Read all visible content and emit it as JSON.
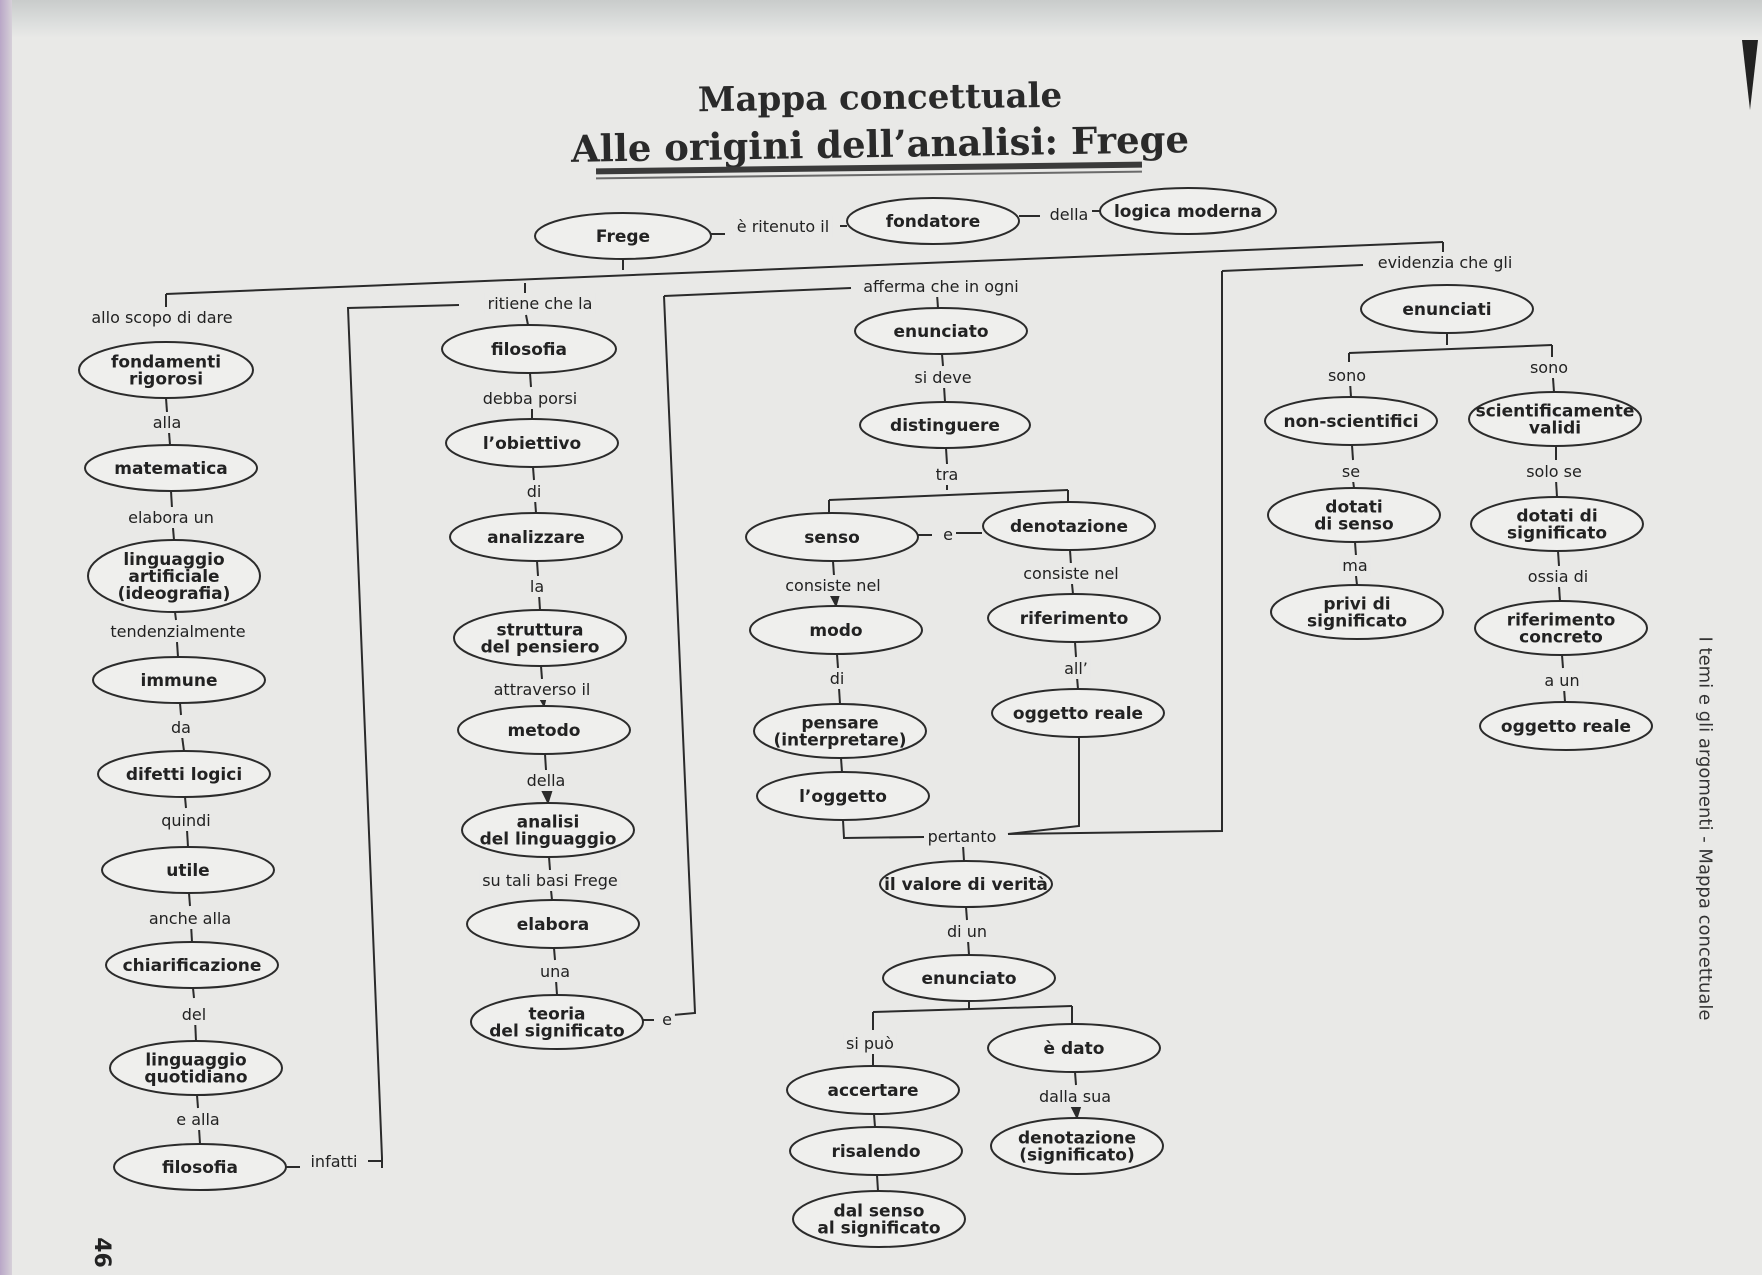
{
  "title": {
    "line1": "Mappa concettuale",
    "line2": "Alle origini dell’analisi: Frege"
  },
  "side_label": "I temi e gli argomenti - Mappa concettuale",
  "page_number": "46",
  "nodes": {
    "frege": "Frege",
    "fondatore": "fondatore",
    "logica_moderna": "logica moderna",
    "fondamenti": "fondamenti\nrigorosi",
    "matematica": "matematica",
    "linguaggio_artificiale": "linguaggio\nartificiale\n(ideografia)",
    "immune": "immune",
    "difetti_logici": "difetti logici",
    "utile": "utile",
    "chiarificazione": "chiarificazione",
    "linguaggio_quotidiano": "linguaggio\nquotidiano",
    "filosofia_left": "filosofia",
    "filosofia_mid": "filosofia",
    "obiettivo": "l’obiettivo",
    "analizzare": "analizzare",
    "struttura": "struttura\ndel pensiero",
    "metodo": "metodo",
    "analisi_linguaggio": "analisi\ndel linguaggio",
    "elabora": "elabora",
    "teoria": "teoria\ndel significato",
    "enunciato_top": "enunciato",
    "distinguere": "distinguere",
    "senso": "senso",
    "denotazione": "denotazione",
    "modo": "modo",
    "riferimento": "riferimento",
    "pensare": "pensare\n(interpretare)",
    "oggetto_reale_mid": "oggetto reale",
    "oggetto": "l’oggetto",
    "valore_verita": "il valore di verità",
    "enunciato_bottom": "enunciato",
    "accertare": "accertare",
    "e_dato": "è dato",
    "risalendo": "risalendo",
    "denotazione_significato": "denotazione\n(significato)",
    "dal_senso": "dal senso\nal significato",
    "enunciati": "enunciati",
    "non_scientifici": "non-scientifici",
    "scientificamente": "scientificamente\nvalidi",
    "dotati_senso": "dotati\ndi senso",
    "dotati_significato": "dotati di\nsignificato",
    "privi": "privi di\nsignificato",
    "riferimento_concreto": "riferimento\nconcreto",
    "oggetto_reale_right": "oggetto reale"
  },
  "links": {
    "e_ritenuto_il": "è ritenuto il",
    "della_top": "della",
    "allo_scopo": "allo scopo di dare",
    "alla": "alla",
    "elabora_un": "elabora un",
    "tendenzialmente": "tendenzialmente",
    "da": "da",
    "quindi": "quindi",
    "anche_alla": "anche alla",
    "del": "del",
    "e_alla": "e alla",
    "infatti": "infatti",
    "ritiene_che_la": "ritiene che la",
    "debba_porsi": "debba porsi",
    "di_mid": "di",
    "la": "la",
    "attraverso_il": "attraverso il",
    "della_mid": "della",
    "su_tali_basi": "su tali basi Frege",
    "una": "una",
    "e_link": "e",
    "afferma": "afferma che in ogni",
    "si_deve": "si deve",
    "tra": "tra",
    "e_senso": "e",
    "consiste_nel_1": "consiste nel",
    "consiste_nel_2": "consiste nel",
    "di_senso": "di",
    "all": "all’",
    "pertanto": "pertanto",
    "di_un": "di un",
    "si_puo": "si può",
    "dalla_sua": "dalla sua",
    "evidenzia": "evidenzia che gli",
    "sono_1": "sono",
    "sono_2": "sono",
    "se": "se",
    "solo_se": "solo se",
    "ma": "ma",
    "ossia_di": "ossia di",
    "a_un": "a un"
  }
}
